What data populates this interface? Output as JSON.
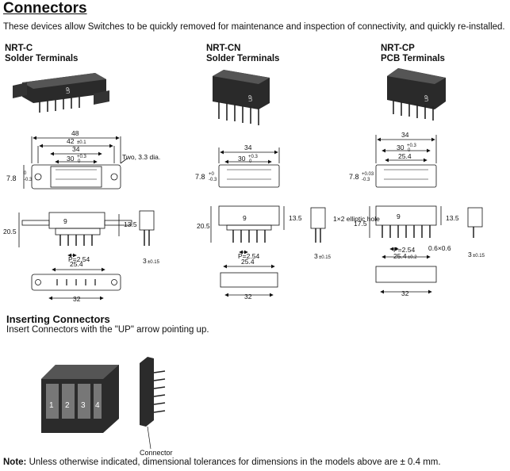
{
  "header": {
    "title": "Connectors",
    "intro": "These devices allow Switches to be quickly removed for maintenance and inspection of connectivity, and quickly re-installed."
  },
  "models": [
    {
      "name": "NRT-C",
      "terminal": "Solder Terminals"
    },
    {
      "name": "NRT-CN",
      "terminal": "Solder Terminals"
    },
    {
      "name": "NRT-CP",
      "terminal": "PCB Terminals"
    }
  ],
  "dims": {
    "c": {
      "w48": "48",
      "w42": "42",
      "t42": "±0.1",
      "w34": "34",
      "w30": "30",
      "t30": "+0.3",
      "t30b": "0",
      "h78": "7.8",
      "t78a": "0",
      "t78b": "-0.3",
      "hole": "Two, 3.3 dia.",
      "h205": "20.5",
      "n9": "9",
      "h135": "13.5",
      "p254": "P=2.54",
      "w254": "25.4",
      "w3": "3",
      "t3": "±0.15",
      "w32": "32"
    },
    "cn": {
      "w34": "34",
      "w30": "30",
      "t30": "+0.3",
      "t30b": "0",
      "h78": "7.8",
      "t78a": "+0",
      "t78b": "-0.3",
      "h205": "20.5",
      "n9": "9",
      "h135": "13.5",
      "p254": "P=2.54",
      "w254": "25.4",
      "w3": "3",
      "t3": "±0.15",
      "w32": "32",
      "hole": "1×2 elliptic hole"
    },
    "cp": {
      "w34": "34",
      "w30": "30",
      "t30": "+0.3",
      "t30b": "0",
      "w254a": "25.4",
      "h78": "7.8",
      "t78a": "+0.03",
      "t78b": "-0.3",
      "h175": "17.5",
      "n9": "9",
      "h135": "13.5",
      "p254": "P=2.54",
      "w254": "25.4",
      "t254": "±0.2",
      "pin": "0.6×0.6",
      "w3": "3",
      "t3": "±0.15",
      "w32": "32"
    }
  },
  "inserting": {
    "heading": "Inserting Connectors",
    "text": "Insert Connectors with the \"UP\" arrow pointing up.",
    "connector_label": "Connector"
  },
  "note": {
    "label": "Note:",
    "text": " Unless otherwise indicated, dimensional tolerances for dimensions in the models above are ± 0.4 mm."
  }
}
